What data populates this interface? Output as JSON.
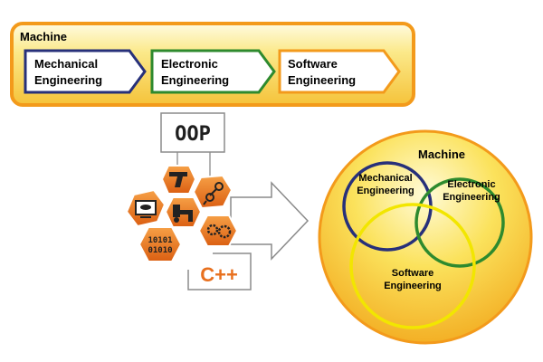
{
  "top_panel": {
    "title": "Machine",
    "steps": [
      {
        "line1": "Mechanical",
        "line2": "Engineering",
        "color": "#27307a"
      },
      {
        "line1": "Electronic",
        "line2": "Engineering",
        "color": "#2e8a2e"
      },
      {
        "line1": "Software",
        "line2": "Engineering",
        "color": "#f39a1b"
      }
    ]
  },
  "oop_label": "OOP",
  "cpp_label": "C++",
  "binary_line1": "10101",
  "binary_line2": "01010",
  "icons": [
    "cad-tool-icon",
    "robot-arm-icon",
    "monitor-eye-icon",
    "factory-robot-icon",
    "gears-icon",
    "binary-code-icon"
  ],
  "venn": {
    "title": "Machine",
    "mechanical": {
      "line1": "Mechanical",
      "line2": "Engineering",
      "color": "#27307a"
    },
    "electronic": {
      "line1": "Electronic",
      "line2": "Engineering",
      "color": "#2e8a2e"
    },
    "software": {
      "line1": "Software",
      "line2": "Engineering",
      "color": "#f2e600"
    }
  },
  "colors": {
    "orange": "#f39a1b",
    "hex_orange": "#e8701e",
    "yellow": "#f7d63c",
    "navy": "#27307a",
    "green": "#2e8a2e"
  }
}
